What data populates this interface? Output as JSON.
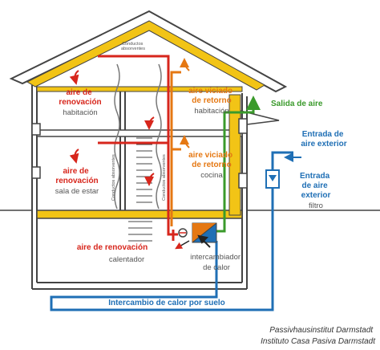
{
  "labels": {
    "conductos_top": [
      "Conductos",
      "absorventes"
    ],
    "aire_renovacion_hab": [
      "aire de",
      "renovación"
    ],
    "habitacion_left": "habitación",
    "aire_viciado_1": [
      "aire viciado",
      "de retorno"
    ],
    "habitacion_right": "habitación",
    "salida_aire": "Salida de aire",
    "entrada_aire_exterior": [
      "Entrada de",
      "aire exterior"
    ],
    "aire_renovacion_sala": [
      "aire de",
      "renovación"
    ],
    "sala_de_estar": "sala de estar",
    "aire_viciado_2": [
      "aire viciado",
      "de retorno"
    ],
    "cocina": "cocina",
    "entrada_filtro": [
      "Entrada",
      "de aire",
      "exterior"
    ],
    "filtro": "filtro",
    "aire_renovacion_cal": "aire de renovación",
    "calentador": "calentador",
    "intercambiador": [
      "intercambiador",
      "de calor"
    ],
    "intercambio_suelo": "Intercambio de calor por suelo",
    "duct_left": "Conductos absorventes",
    "duct_mid": "Conductos absorventes",
    "credit": [
      "Passivhausinstitut Darmstadt",
      "Instituto Casa Pasiva Darmstadt"
    ]
  },
  "colors": {
    "supply": "#d7261c",
    "exhaust": "#e57813",
    "outgoing": "#3a9a2b",
    "intake": "#1f6fb5",
    "insulation": "#f2c416",
    "wall": "#444444"
  }
}
